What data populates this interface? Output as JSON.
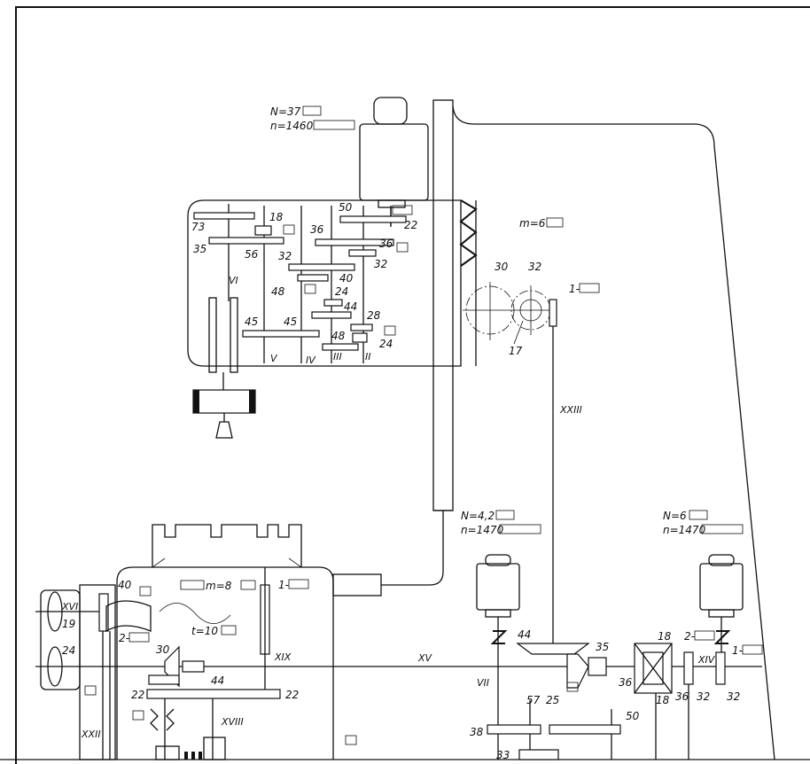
{
  "motor_top": {
    "power": "N=37 ",
    "speed": "n=1460 "
  },
  "motor_left": {
    "power": "N=4,2 ",
    "speed": "n=1470 "
  },
  "motor_right": {
    "power": "N=6 ",
    "speed": "n=1470 "
  },
  "module_m6": "m=6 ",
  "module_m8": "m=8 ",
  "pitch": "t=10 ",
  "shafts": {
    "s2": "II",
    "s3": "III",
    "s4": "IV",
    "s5": "V",
    "s6": "VI",
    "s7": "VII",
    "s14": "XIV",
    "s15": "XV",
    "s16": "XVI",
    "s18": "XVIII",
    "s19": "XIX",
    "s22": "XXII",
    "s23": "XXIII"
  },
  "teeth": {
    "t73": "73",
    "t35a": "35",
    "t56": "56",
    "t18a": "18",
    "t50a": "50",
    "t22a": "22",
    "t36a": "36",
    "t36b": "36",
    "t32a": "32",
    "t32b": "32",
    "t48a": "48",
    "t40": "40",
    "t24a": "24",
    "t44a": "44",
    "t28": "28",
    "t48b": "48",
    "t24b": "24",
    "t45a": "45",
    "t45b": "45",
    "t30a": "30",
    "t32c": "32",
    "t17": "17",
    "t40b": "40",
    "t19": "19",
    "t24c": "24",
    "t30b": "30",
    "t44b": "44",
    "t22b": "22",
    "t22c": "22",
    "t44c": "44",
    "t35b": "35",
    "t18b": "18",
    "t36c": "36",
    "t18c": "18",
    "t32d": "32",
    "t32e": "32",
    "t38": "38",
    "t57": "57",
    "t25": "25",
    "t50b": "50",
    "t33": "33"
  },
  "worms": {
    "w1": "1-",
    "w2": "2-",
    "w3": "1-",
    "w4": "2-",
    "w5": "1-"
  }
}
